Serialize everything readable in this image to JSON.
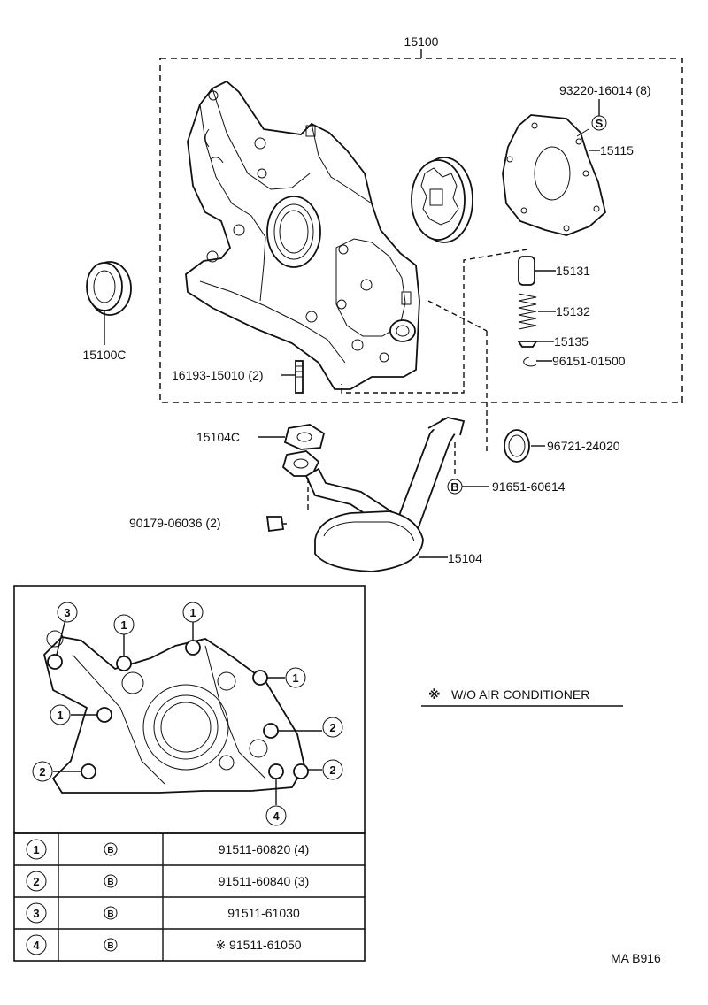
{
  "assembly_label": "15100",
  "callouts": {
    "bolt_set": "93220-16014 (8)",
    "plate": "15115",
    "relief_valve": "15131",
    "spring": "15132",
    "retainer": "15135",
    "snap_ring": "96151-01500",
    "oil_seal": "15100C",
    "stud": "16193-15010 (2)",
    "strainer_gasket": "15104C",
    "o_ring": "96721-24020",
    "strainer_bolt": "91651-60614",
    "nut": "90179-06036 (2)",
    "strainer": "15104"
  },
  "badges": {
    "s_symbol": "S",
    "b_symbol": "B"
  },
  "note": {
    "symbol": "※",
    "text": "W/O AIR CONDITIONER"
  },
  "bolt_table": {
    "rows": [
      {
        "key": "1",
        "symbol": "B",
        "part": "91511-60820 (4)"
      },
      {
        "key": "2",
        "symbol": "B",
        "part": "91511-60840 (3)"
      },
      {
        "key": "3",
        "symbol": "B",
        "part": "91511-61030"
      },
      {
        "key": "4",
        "symbol": "B",
        "part": "※ 91511-61050"
      }
    ]
  },
  "inset_markers": [
    "1",
    "1",
    "1",
    "1",
    "2",
    "2",
    "2",
    "3",
    "4"
  ],
  "footer_code": "MA B916"
}
